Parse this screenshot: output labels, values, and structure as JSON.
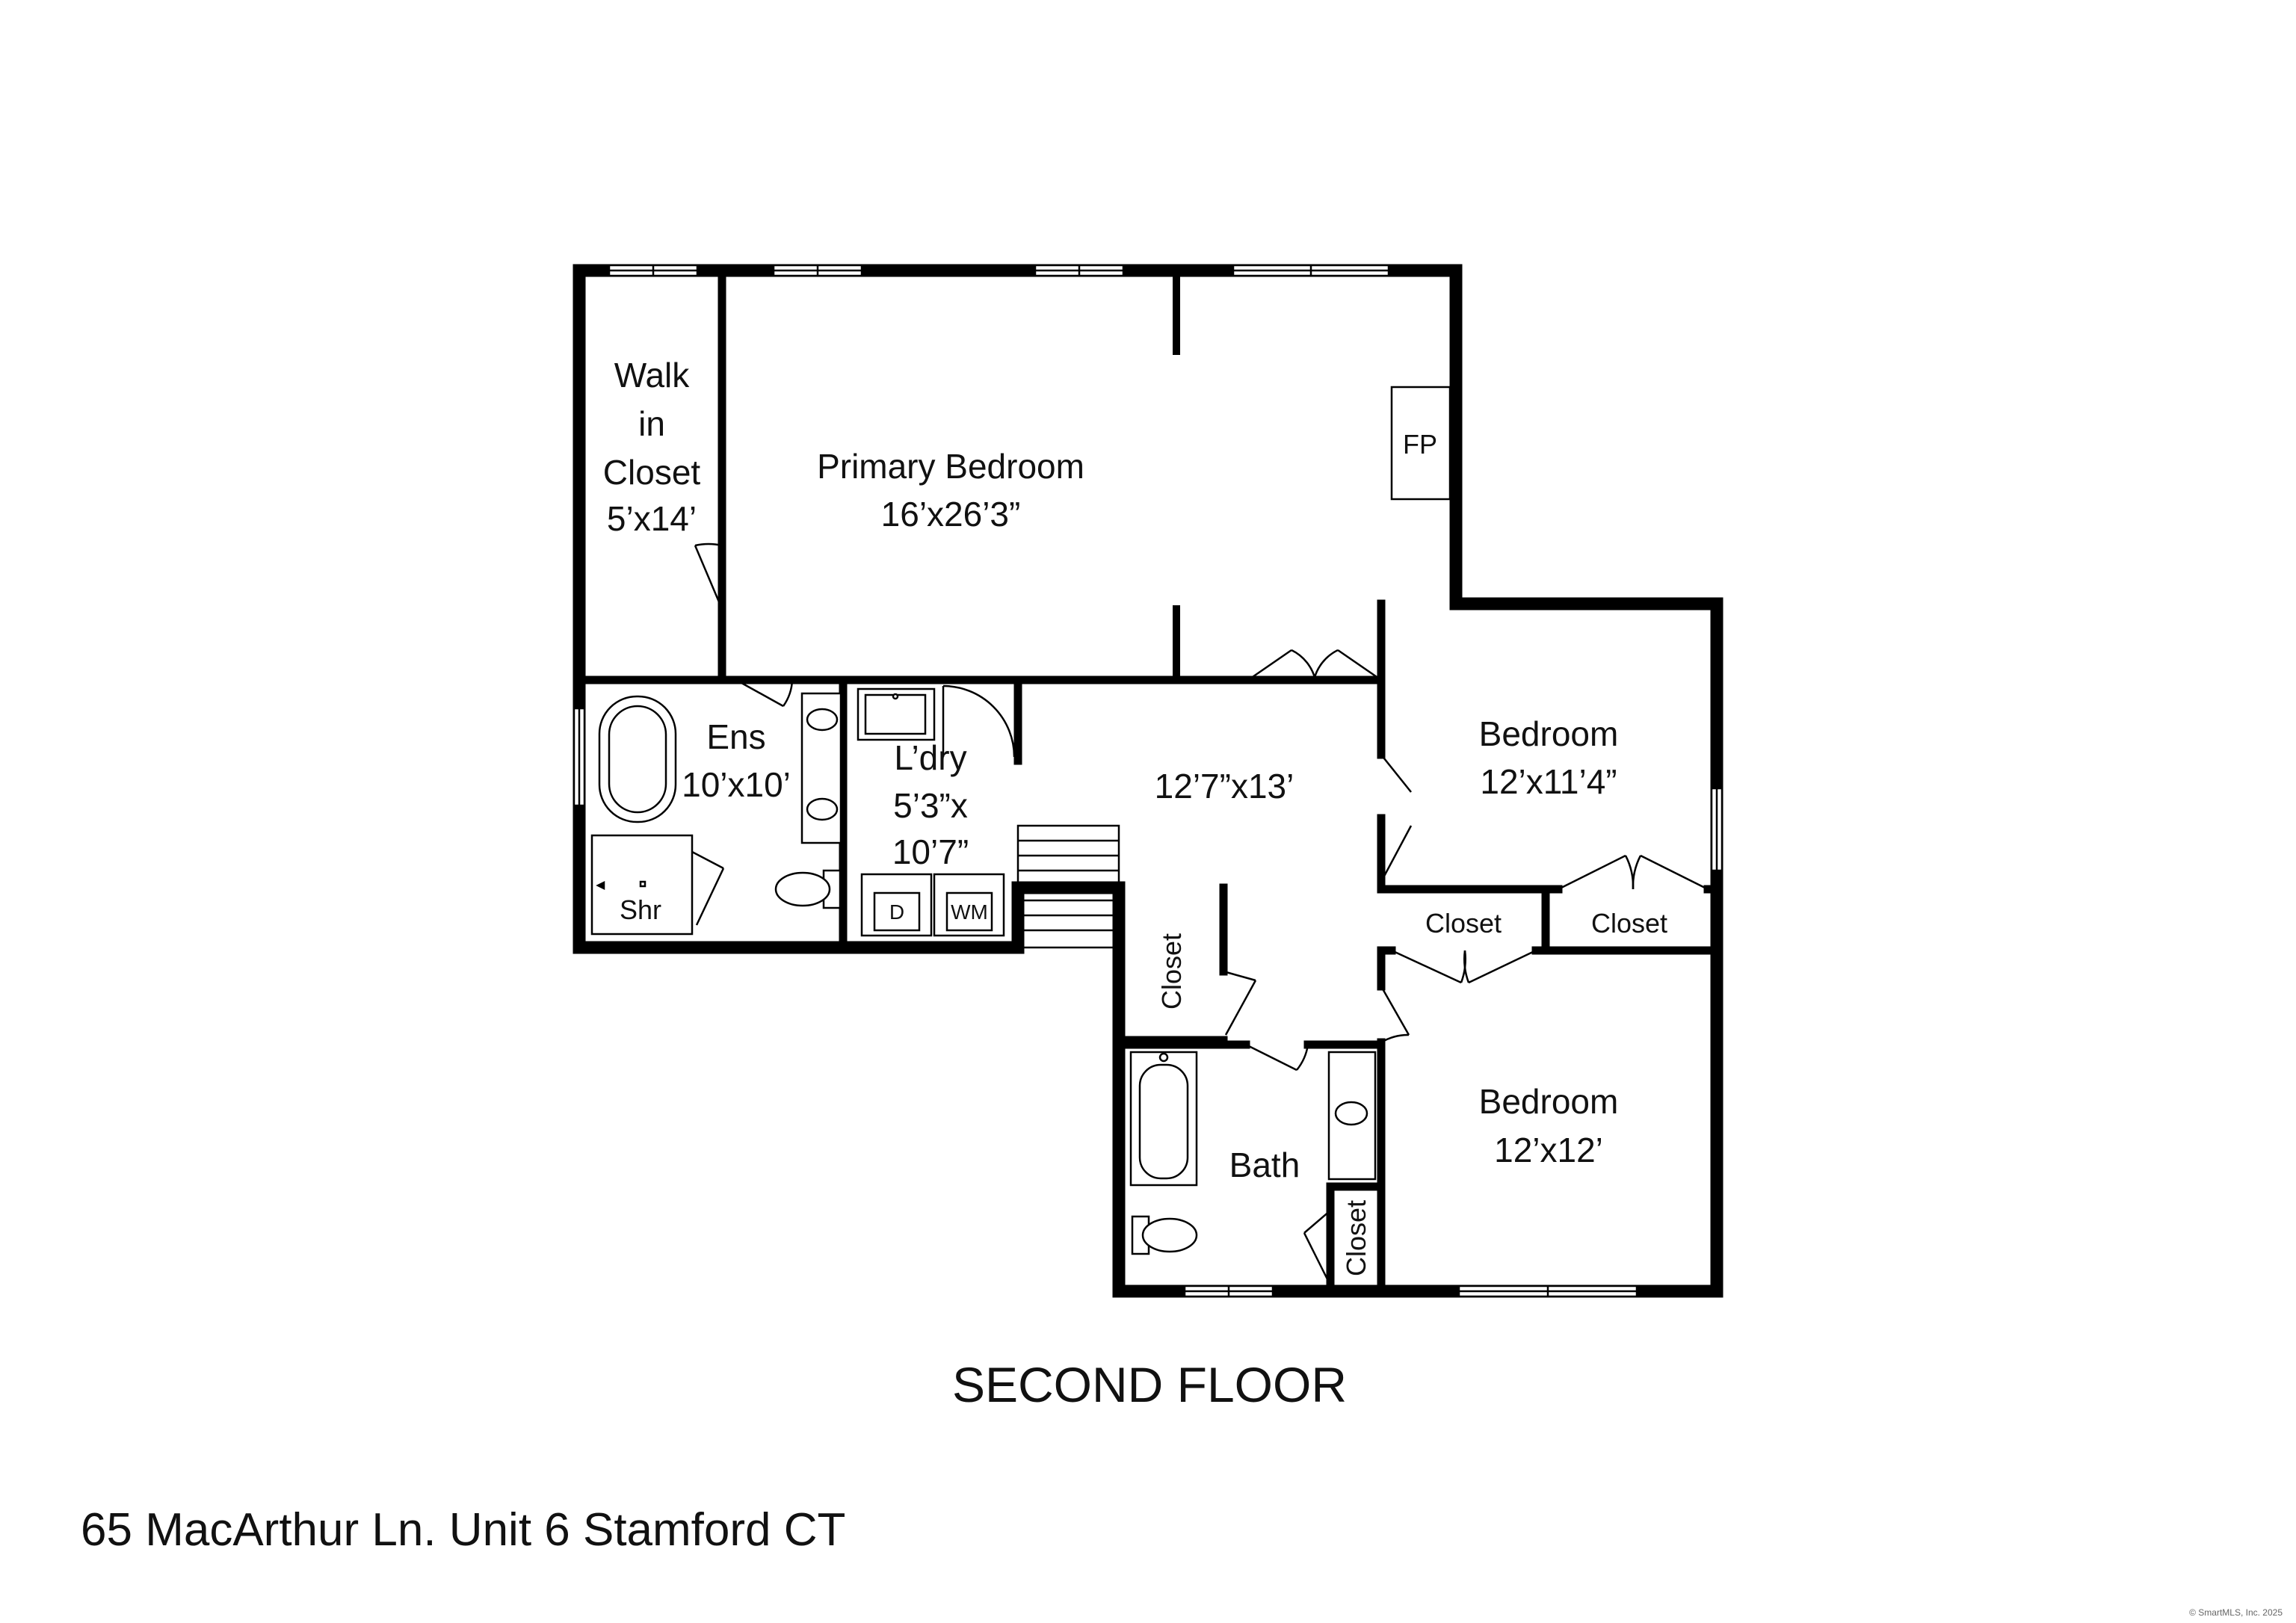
{
  "floor_title": "SECOND FLOOR",
  "address": "65 MacArthur Ln. Unit 6 Stamford CT",
  "copyright": "© SmartMLS, Inc. 2025",
  "rooms": {
    "walk_in_closet": {
      "line1": "Walk",
      "line2": "in",
      "line3": "Closet",
      "dims": "5’x14’"
    },
    "primary_bedroom": {
      "name": "Primary Bedroom",
      "dims": "16’x26’3”"
    },
    "fireplace": "FP",
    "ensuite": {
      "name": "Ens",
      "dims": "10’x10’",
      "shower": "Shr"
    },
    "laundry": {
      "name": "L’dry",
      "dims1": "5’3”x",
      "dims2": "10’7”",
      "dryer": "D",
      "washer": "WM"
    },
    "hall": {
      "dims": "12’7”x13’"
    },
    "bedroom_1": {
      "name": "Bedroom",
      "dims": "12’x11’4”"
    },
    "closet_a": "Closet",
    "closet_b": "Closet",
    "hall_closet": "Closet",
    "bath": {
      "name": "Bath"
    },
    "bath_closet": "Closet",
    "bedroom_2": {
      "name": "Bedroom",
      "dims": "12’x12’"
    }
  }
}
